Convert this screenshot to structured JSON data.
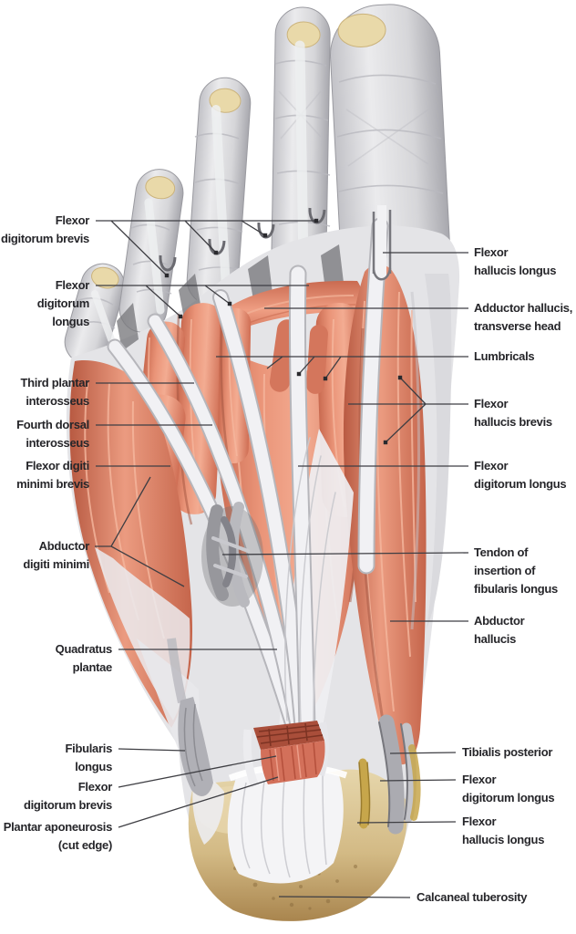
{
  "labels_left": [
    {
      "id": "flexor-digitorum-brevis-top",
      "lines": [
        "Flexor",
        "digitorum brevis"
      ]
    },
    {
      "id": "flexor-digitorum-longus-top",
      "lines": [
        "Flexor",
        "digitorum longus"
      ]
    },
    {
      "id": "third-plantar-interosseus",
      "lines": [
        "Third plantar",
        "interosseus"
      ]
    },
    {
      "id": "fourth-dorsal-interosseus",
      "lines": [
        "Fourth dorsal",
        "interosseus"
      ]
    },
    {
      "id": "flexor-digiti-minimi-brevis",
      "lines": [
        "Flexor digiti",
        "minimi brevis"
      ]
    },
    {
      "id": "abductor-digiti-minimi",
      "lines": [
        "Abductor",
        "digiti minimi"
      ]
    },
    {
      "id": "quadratus-plantae",
      "lines": [
        "Quadratus",
        "plantae"
      ]
    },
    {
      "id": "fibularis-longus",
      "lines": [
        "Fibularis",
        "longus"
      ]
    },
    {
      "id": "flexor-digitorum-brevis-bottom",
      "lines": [
        "Flexor",
        "digitorum brevis"
      ]
    },
    {
      "id": "plantar-aponeurosis-cut-edge",
      "lines": [
        "Plantar aponeurosis",
        "(cut edge)"
      ]
    }
  ],
  "labels_right": [
    {
      "id": "flexor-hallucis-longus-top",
      "lines": [
        "Flexor",
        "hallucis longus"
      ]
    },
    {
      "id": "adductor-hallucis-transverse-head",
      "lines": [
        "Adductor hallucis,",
        "transverse head"
      ]
    },
    {
      "id": "lumbricals",
      "lines": [
        "Lumbricals"
      ]
    },
    {
      "id": "flexor-hallucis-brevis",
      "lines": [
        "Flexor",
        "hallucis brevis"
      ]
    },
    {
      "id": "flexor-digitorum-longus-mid",
      "lines": [
        "Flexor",
        "digitorum longus"
      ]
    },
    {
      "id": "tendon-of-insertion-of-fibularis-longus",
      "lines": [
        "Tendon of",
        "insertion of",
        "fibularis longus"
      ]
    },
    {
      "id": "abductor-hallucis",
      "lines": [
        "Abductor",
        "hallucis"
      ]
    },
    {
      "id": "tibialis-posterior",
      "lines": [
        "Tibialis posterior"
      ]
    },
    {
      "id": "flexor-digitorum-longus-bottom",
      "lines": [
        "Flexor",
        "digitorum longus"
      ]
    },
    {
      "id": "flexor-hallucis-longus-bottom",
      "lines": [
        "Flexor",
        "hallucis longus"
      ]
    },
    {
      "id": "calcaneal-tuberosity",
      "lines": [
        "Calcaneal tuberosity"
      ]
    }
  ],
  "colors": {
    "background": "#ffffff",
    "muscle": "#e0876f",
    "muscle_light": "#f3b49c",
    "muscle_dark": "#c06046",
    "tendon_white": "#f2f2f4",
    "tendon_gray": "#aeaeb3",
    "bone": "#d8c18d",
    "bone_dark": "#9a7c48",
    "toe_gray": "#dcdcde",
    "text": "#26262a",
    "leader_line": "#3e3e43"
  }
}
